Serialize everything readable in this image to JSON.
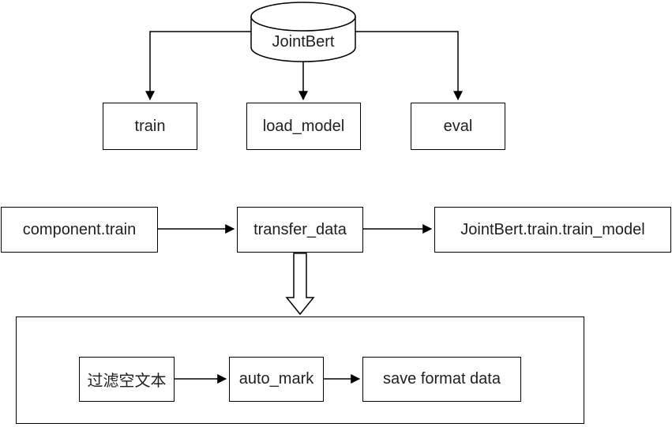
{
  "diagram": {
    "colors": {
      "stroke": "#000000",
      "text": "#1f1f1f",
      "background": "#ffffff"
    },
    "nodes": {
      "jointbert": {
        "label": "JointBert",
        "shape": "cylinder"
      },
      "train": {
        "label": "train",
        "shape": "rectangle"
      },
      "load_model": {
        "label": "load_model",
        "shape": "rectangle"
      },
      "eval": {
        "label": "eval",
        "shape": "rectangle"
      },
      "component_train": {
        "label": "component.train",
        "shape": "rectangle"
      },
      "transfer_data": {
        "label": "transfer_data",
        "shape": "rectangle"
      },
      "train_model": {
        "label": "JointBert.train.train_model",
        "shape": "rectangle"
      },
      "subprocess": {
        "label": "",
        "shape": "container-rectangle"
      },
      "filter_empty_text": {
        "label": "过滤空文本",
        "shape": "rectangle"
      },
      "auto_mark": {
        "label": "auto_mark",
        "shape": "rectangle"
      },
      "save_format_data": {
        "label": "save format data",
        "shape": "rectangle"
      }
    },
    "edges": [
      {
        "from": "jointbert",
        "to": "train",
        "style": "elbow-arrow"
      },
      {
        "from": "jointbert",
        "to": "load_model",
        "style": "straight-arrow"
      },
      {
        "from": "jointbert",
        "to": "eval",
        "style": "elbow-arrow"
      },
      {
        "from": "component_train",
        "to": "transfer_data",
        "style": "straight-arrow"
      },
      {
        "from": "transfer_data",
        "to": "train_model",
        "style": "straight-arrow"
      },
      {
        "from": "transfer_data",
        "to": "subprocess",
        "style": "hollow-block-arrow"
      },
      {
        "from": "filter_empty_text",
        "to": "auto_mark",
        "style": "straight-arrow"
      },
      {
        "from": "auto_mark",
        "to": "save_format_data",
        "style": "straight-arrow"
      }
    ]
  }
}
